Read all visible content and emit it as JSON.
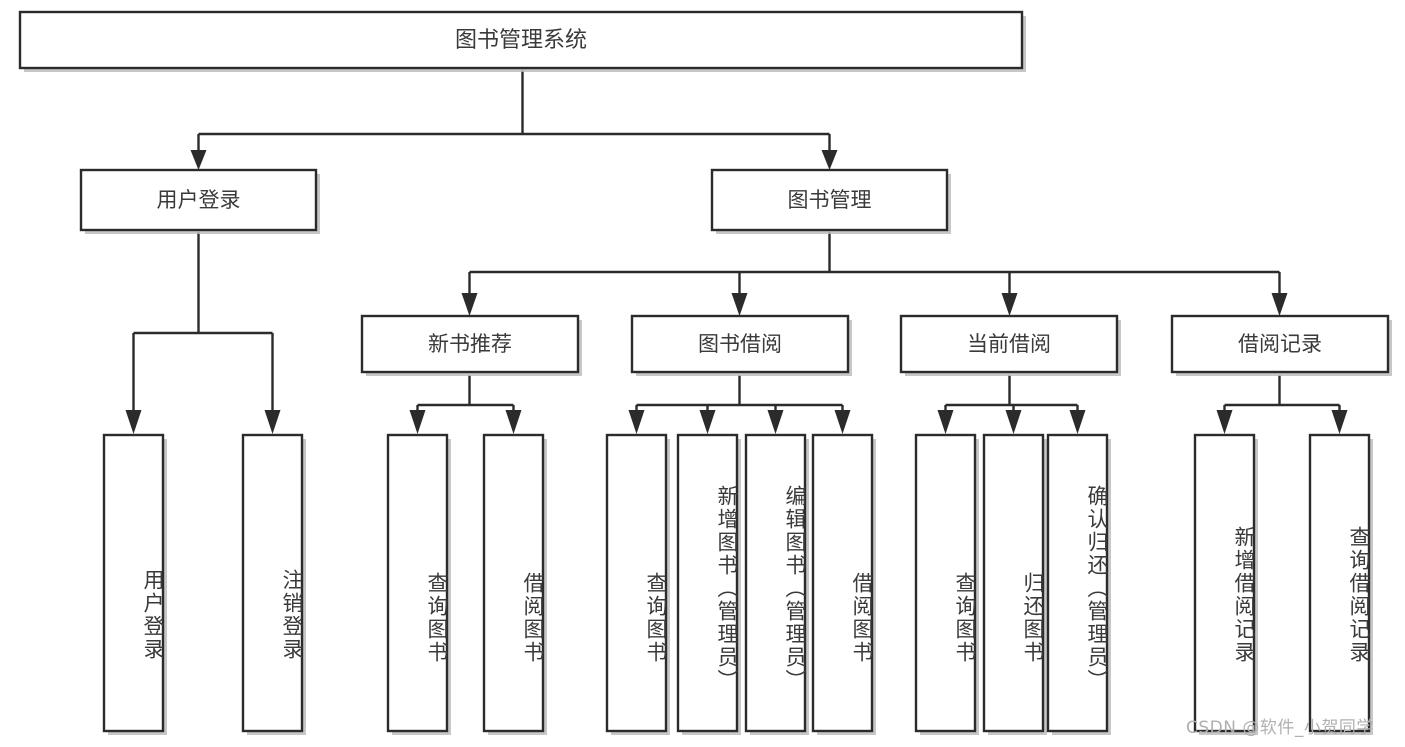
{
  "diagram": {
    "title": "图书管理系统",
    "type": "tree",
    "root": {
      "label": "图书管理系统",
      "children": [
        {
          "label": "用户登录",
          "children": [
            {
              "label": "用户登录"
            },
            {
              "label": "注销登录"
            }
          ]
        },
        {
          "label": "图书管理",
          "children": [
            {
              "label": "新书推荐",
              "children": [
                {
                  "label": "查询图书"
                },
                {
                  "label": "借阅图书"
                }
              ]
            },
            {
              "label": "图书借阅",
              "children": [
                {
                  "label": "查询图书"
                },
                {
                  "label": "新增图书（管理员）"
                },
                {
                  "label": "编辑图书（管理员）"
                },
                {
                  "label": "借阅图书"
                }
              ]
            },
            {
              "label": "当前借阅",
              "children": [
                {
                  "label": "查询图书"
                },
                {
                  "label": "归还图书"
                },
                {
                  "label": "确认归还（管理员）"
                }
              ]
            },
            {
              "label": "借阅记录",
              "children": [
                {
                  "label": "新增借阅记录"
                },
                {
                  "label": "查询借阅记录"
                }
              ]
            }
          ]
        }
      ]
    }
  },
  "nodes": {
    "root": "图书管理系统",
    "l1_user_login": "用户登录",
    "l1_book_mgmt": "图书管理",
    "l2_new_book": "新书推荐",
    "l2_borrow": "图书借阅",
    "l2_current": "当前借阅",
    "l2_record": "借阅记录",
    "leaf_user_login": "用户登录",
    "leaf_logout": "注销登录",
    "leaf_nb_query": "查询图书",
    "leaf_nb_borrow": "借阅图书",
    "leaf_bk_query": "查询图书",
    "leaf_bk_add": "新增图书（管理员）",
    "leaf_bk_edit": "编辑图书（管理员）",
    "leaf_bk_borrow": "借阅图书",
    "leaf_cur_query": "查询图书",
    "leaf_cur_return": "归还图书",
    "leaf_cur_confirm": "确认归还（管理员）",
    "leaf_rec_add": "新增借阅记录",
    "leaf_rec_query": "查询借阅记录"
  },
  "watermark": {
    "text": "CSDN @软件_小贺同学"
  },
  "colors": {
    "stroke": "#2b2b2b",
    "box_fill": "#ffffff",
    "text": "#3a3a3a",
    "shadow": "#bdbdbd",
    "watermark": "#b0b0b0",
    "background": "#ffffff"
  }
}
